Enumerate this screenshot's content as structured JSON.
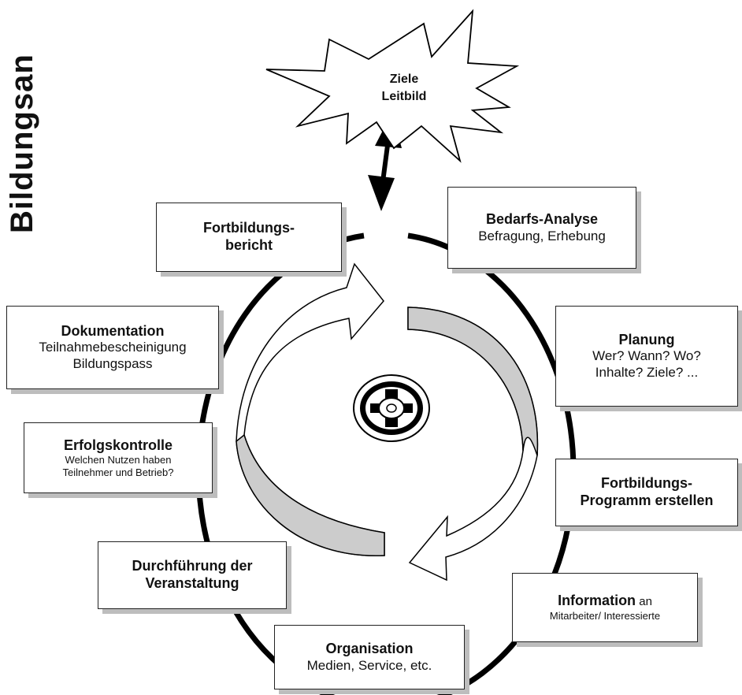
{
  "side_title": "Bildungsan",
  "goal": {
    "line1": "Ziele",
    "line2": "Leitbild"
  },
  "steps": {
    "bedarf": {
      "title": "Bedarfs-Analyse",
      "sub": "Befragung, Erhebung"
    },
    "planung": {
      "title": "Planung",
      "sub1": "Wer? Wann? Wo?",
      "sub2": "Inhalte? Ziele? ..."
    },
    "programm": {
      "title1": "Fortbildungs-",
      "title2": "Programm erstellen"
    },
    "information": {
      "title": "Information",
      "title_suffix": " an",
      "sub": "Mitarbeiter/ Interessierte"
    },
    "organisation": {
      "title": "Organisation",
      "sub": "Medien, Service, etc."
    },
    "durchfuehrung": {
      "title1": "Durchführung der",
      "title2": "Veranstaltung"
    },
    "erfolg": {
      "title": "Erfolgskontrolle",
      "sub1": "Welchen Nutzen haben",
      "sub2": "Teilnehmer und Betrieb?"
    },
    "dokumentation": {
      "title": "Dokumentation",
      "sub1": "Teilnahmebescheinigung",
      "sub2": "Bildungspass"
    },
    "bericht": {
      "title1": "Fortbildungs-",
      "title2": "bericht"
    }
  },
  "icons": {
    "center": "wheel-icon",
    "link": "double-arrow-icon"
  },
  "colors": {
    "line": "#000000",
    "arrow_fill": "#cccccc",
    "shadow": "#bdbdbd"
  }
}
